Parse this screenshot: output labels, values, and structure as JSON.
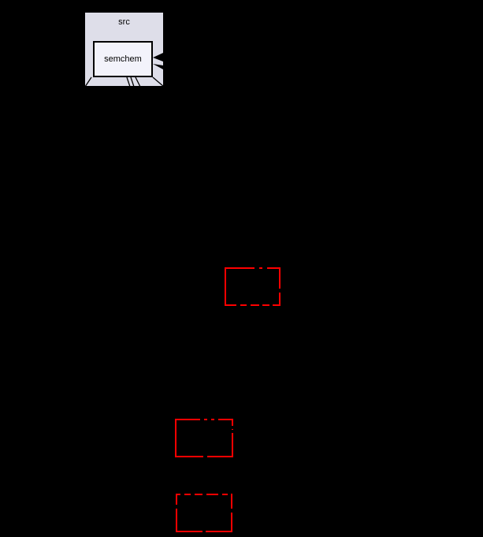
{
  "page": {
    "background": "#000000"
  },
  "diagram": {
    "type": "directory-dependency-graph",
    "parent_dir_label": "src",
    "current_dir_label": "semchem",
    "dependency_boxes_count": 3,
    "colors": {
      "page_background": "#000000",
      "parent_dir_fill": "#dedee9",
      "current_dir_fill": "#f3f3fb",
      "box_border": "#000000",
      "edge": "#000000",
      "undocumented_dependency_border": "#ff0000"
    }
  }
}
